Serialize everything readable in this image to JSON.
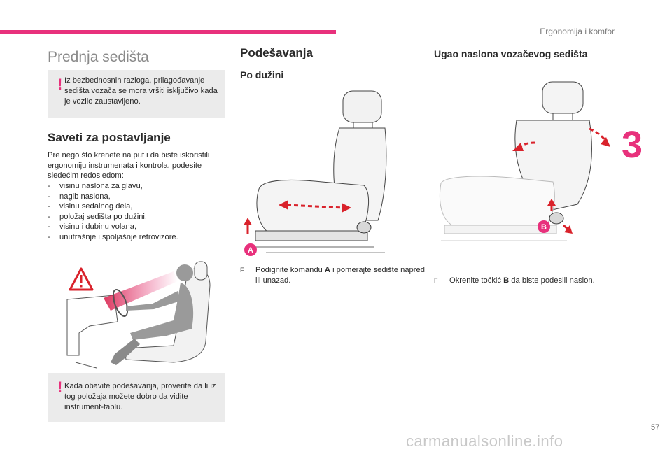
{
  "header": {
    "section": "Ergonomija i komfor",
    "chapter_number": "3",
    "page_number": "57",
    "watermark": "carmanualsonline.info"
  },
  "colors": {
    "accent": "#e8317c",
    "box_bg": "#ebebeb"
  },
  "col1": {
    "title": "Prednja sedišta",
    "warning_top": "Iz bezbednosnih razloga, prilagođavanje sedišta vozača se mora vršiti isključivo kada je vozilo zaustavljeno.",
    "advice_title": "Saveti za postavljanje",
    "advice_intro": "Pre nego što krenete na put i da biste iskoristili ergonomiju instrumenata i kontrola, podesite sledećim redosledom:",
    "advice_items": [
      "visinu naslona za glavu,",
      "nagib naslona,",
      "visinu sedalnog dela,",
      "položaj sedišta po dužini,",
      "visinu i dubinu volana,",
      "unutrašnje i spoljašnje retrovizore."
    ],
    "warning_bottom": "Kada obavite podešavanja, proverite da li iz tog položaja možete dobro da vidite instrument-tablu.",
    "warn_symbol": "!",
    "dash": "-"
  },
  "col2": {
    "title": "Podešavanja",
    "subtitle": "Po dužini",
    "callout": "A",
    "step_pre": "Podignite komandu ",
    "step_bold": "A",
    "step_post": " i pomerajte sedište napred ili unazad.",
    "step_symbol": "F"
  },
  "col3": {
    "title": "Ugao naslona vozačevog sedišta",
    "callout": "B",
    "step_pre": "Okrenite točkić ",
    "step_bold": "B",
    "step_post": " da biste podesili naslon.",
    "step_symbol": "F"
  },
  "icons": [
    "warning-triangle-icon",
    "seat-illustration",
    "driver-posture-illustration"
  ]
}
